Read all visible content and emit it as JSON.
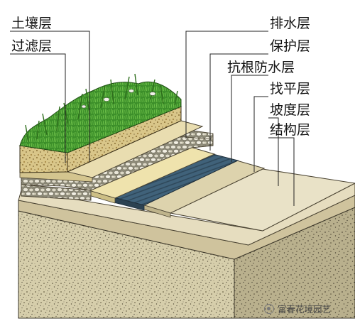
{
  "labels": {
    "soil": "土壤层",
    "filter": "过滤层",
    "drainage": "排水层",
    "protection": "保护层",
    "waterproof": "抗根防水层",
    "leveling": "找平层",
    "slope": "坡度层",
    "structure": "结构层"
  },
  "watermark": "富春花境园艺",
  "colors": {
    "grass": "#3f9a2c",
    "soil": "#d8c48a",
    "gravel": "#dcd8c8",
    "protection": "#ece0a8",
    "waterproof": "#3c5a6c",
    "leveling": "#d9cfa6",
    "slope": "#e2d9b8",
    "structure": "#cfc6a2",
    "line": "#222222"
  }
}
